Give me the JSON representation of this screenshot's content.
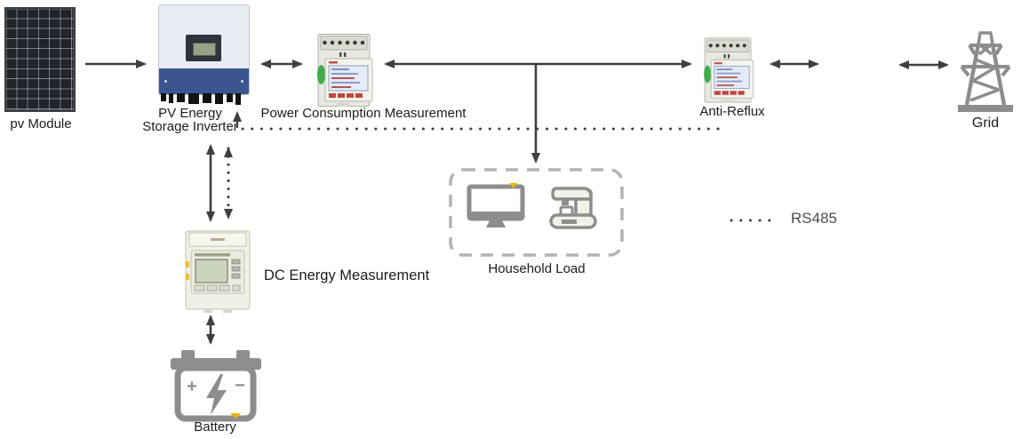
{
  "nodes": {
    "pv_module": {
      "label": "pv Module"
    },
    "inverter": {
      "label_line1": "PV Energy",
      "label_line2": "Storage Inverter"
    },
    "power_meter": {
      "label": "Power Consumption Measurement"
    },
    "anti_reflux": {
      "label": "Anti-Reflux"
    },
    "grid": {
      "label": "Grid"
    },
    "household_load": {
      "label": "Household Load"
    },
    "dc_meter": {
      "label": "DC Energy Measurement"
    },
    "battery": {
      "label": "Battery",
      "plus_sign": "+",
      "minus_sign": "−"
    }
  },
  "legend": {
    "rs485": "RS485"
  },
  "colors": {
    "arrow": "#3f3f3f",
    "inverter_blue": "#3a568c",
    "meter_led_green": "#3fae4a",
    "dashed_box": "#b3b3b3",
    "icon_gray": "#8d8d8d",
    "accent_yellow": "#e9b400"
  }
}
